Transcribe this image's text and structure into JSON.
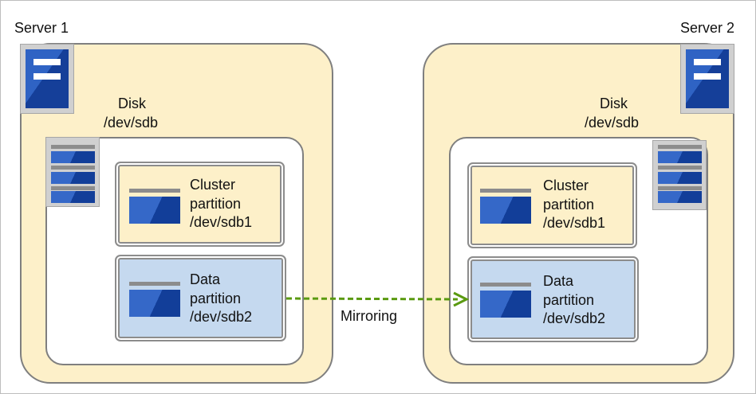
{
  "servers": [
    {
      "name": "Server 1",
      "disk_label": "Disk",
      "disk_device": "/dev/sdb",
      "cluster_partition": [
        "Cluster",
        "partition",
        "/dev/sdb1"
      ],
      "data_partition": [
        "Data",
        "partition",
        "/dev/sdb2"
      ]
    },
    {
      "name": "Server 2",
      "disk_label": "Disk",
      "disk_device": "/dev/sdb",
      "cluster_partition": [
        "Cluster",
        "partition",
        "/dev/sdb1"
      ],
      "data_partition": [
        "Data",
        "partition",
        "/dev/sdb2"
      ]
    }
  ],
  "mirroring_label": "Mirroring",
  "colors": {
    "server_fill": "#fdf0c9",
    "data_partition_fill": "#c5d9ef",
    "icon_blue": "#3568c8",
    "icon_dark_blue": "#123e99",
    "mirror_arrow": "#5a9a10"
  },
  "icons": [
    "server-icon",
    "disk-icon",
    "partition-icon",
    "mirroring-arrow"
  ]
}
